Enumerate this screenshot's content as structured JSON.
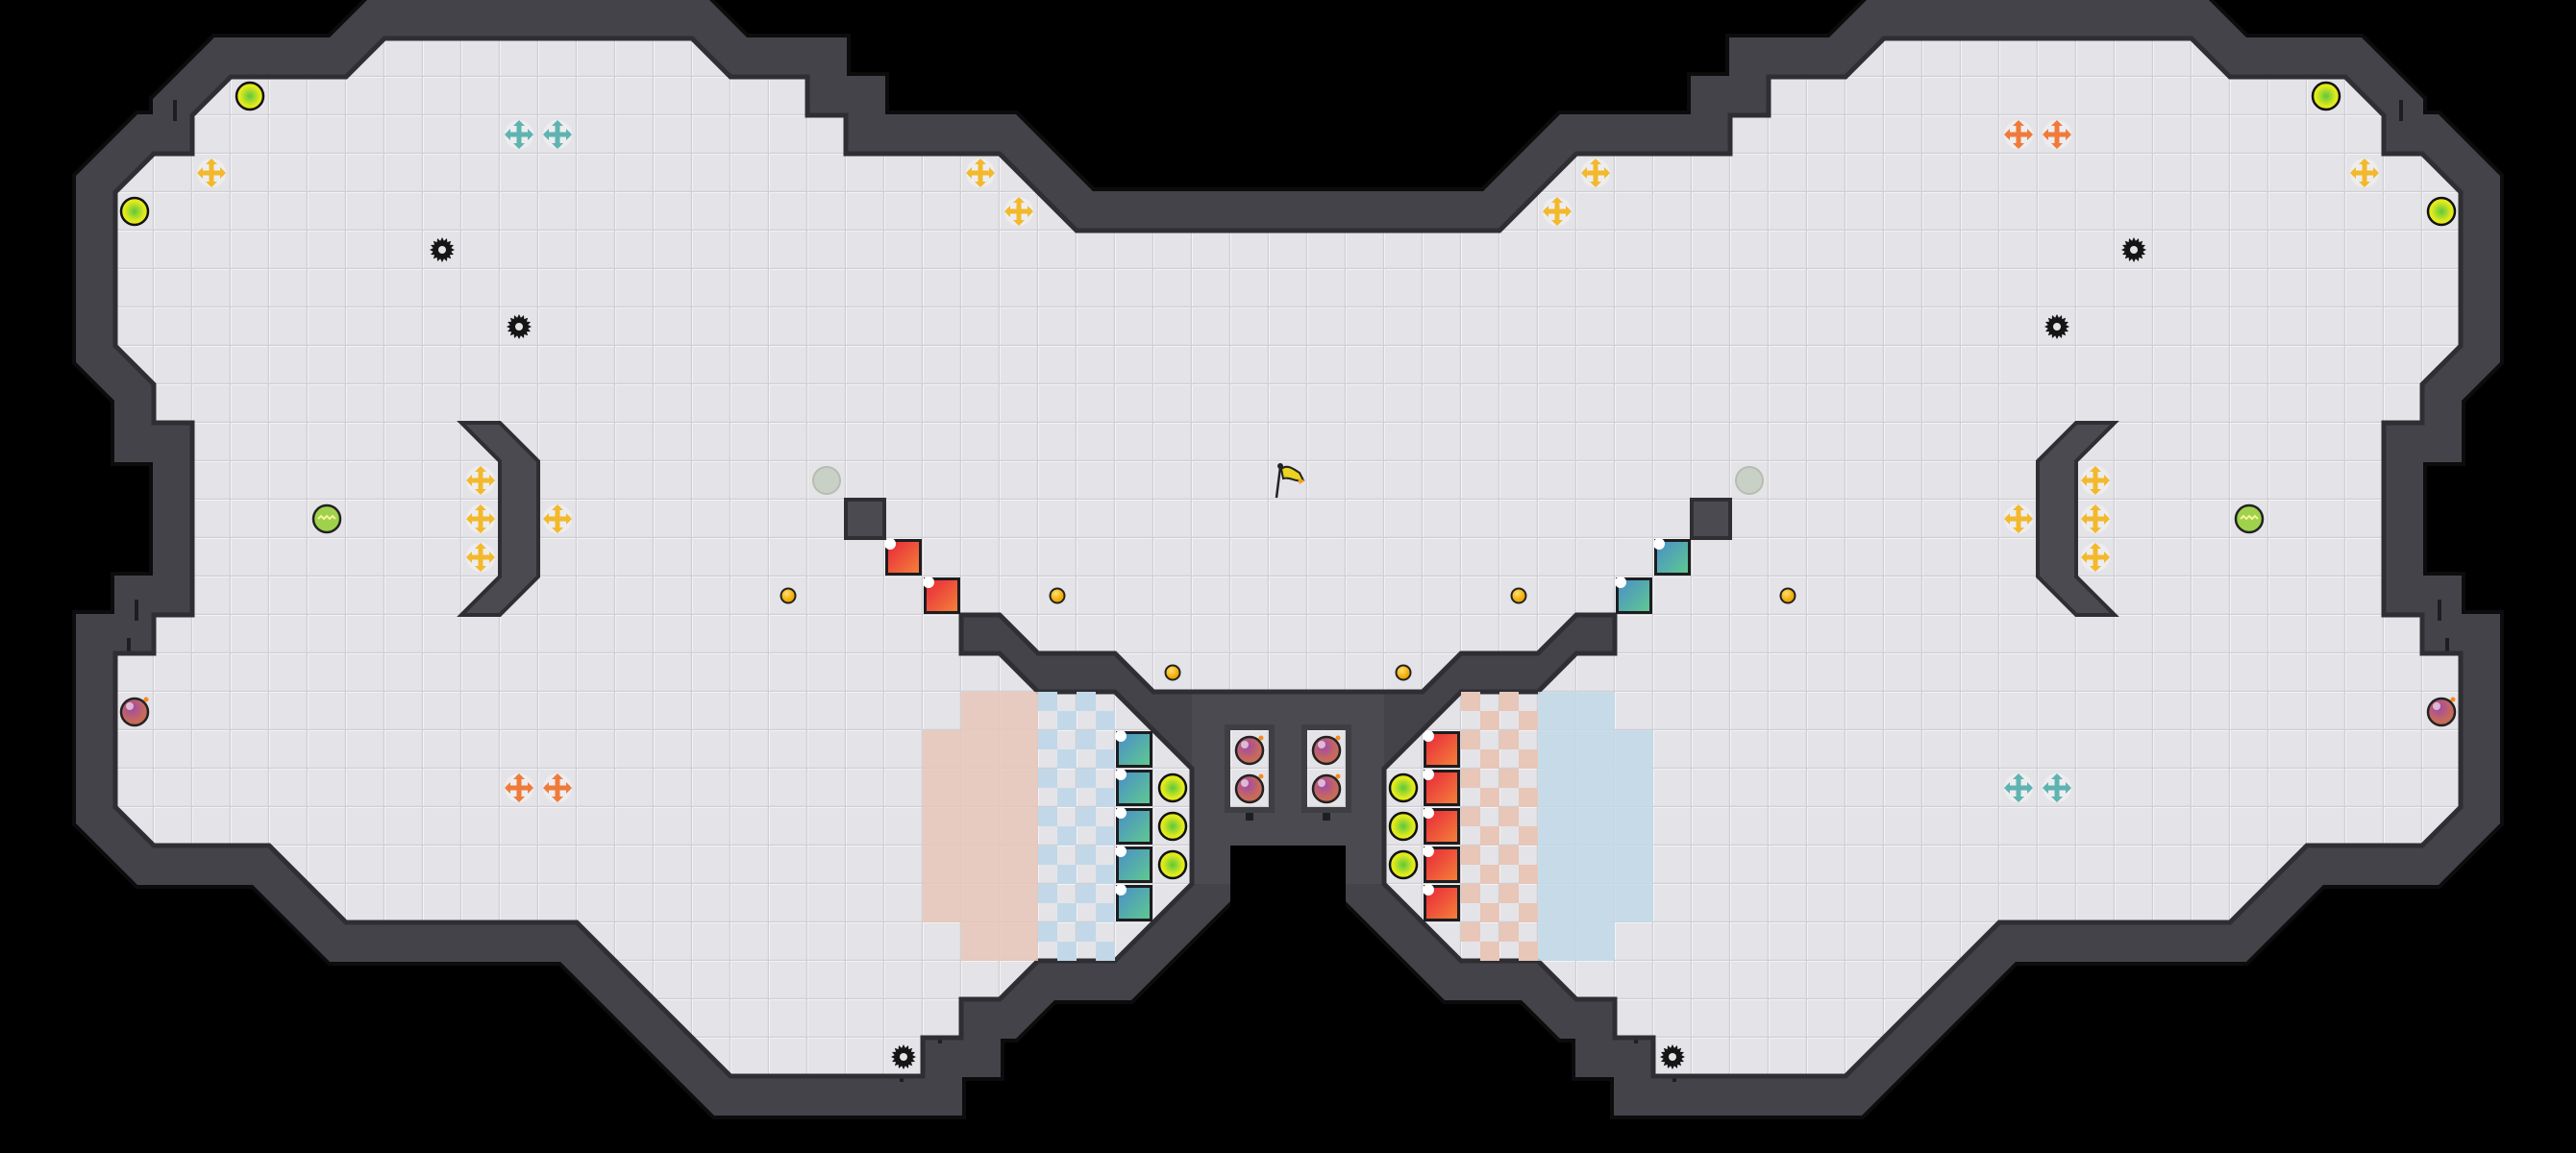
{
  "colors": {
    "background": "#000000",
    "wall": "#4a4a50",
    "wall_edge": "#2e2e33",
    "floor": "#e4e4e8",
    "floor_line": "#d2d2d7",
    "red_gate": "#ec4a38",
    "blue_gate": "#4f9fbf",
    "red_zone": "#e8c6b8",
    "blue_zone": "#c2d8e8",
    "flag": "#e8d421",
    "booster_yellow": "#f3b92c",
    "booster_teal": "#5fb3b0",
    "booster_orange": "#f07a3a",
    "powerup": "#e4ea1e",
    "bomb": "#8e4c9c",
    "mine": "#f5c020"
  },
  "entities": {
    "flag-icon": 1,
    "red-gate-icon": 7,
    "blue-gate-icon": 7,
    "powerup-orb-icon": 10,
    "yellow-booster-icon": 14,
    "teal-booster-icon": 4,
    "orange-booster-icon": 4,
    "spike-gear-icon": 6,
    "mine-dot-icon": 6,
    "bomb-icon": 6,
    "button-icon": 2,
    "portal-icon": 2
  }
}
